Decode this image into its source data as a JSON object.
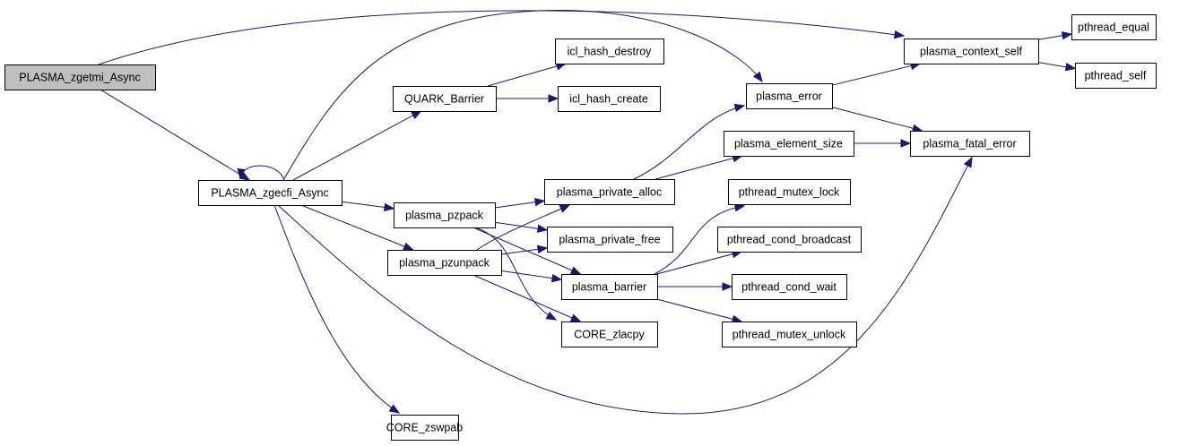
{
  "graph": {
    "type": "call-graph",
    "edge_color": "#191970",
    "root_fill": "#bfbfbf",
    "nodes": [
      {
        "id": "zgetmi",
        "label": "PLASMA_zgetmi_Async",
        "root": true
      },
      {
        "id": "zgecfi",
        "label": "PLASMA_zgecfi_Async"
      },
      {
        "id": "quark_barrier",
        "label": "QUARK_Barrier"
      },
      {
        "id": "icl_hash_destroy",
        "label": "icl_hash_destroy"
      },
      {
        "id": "icl_hash_create",
        "label": "icl_hash_create"
      },
      {
        "id": "plasma_error",
        "label": "plasma_error"
      },
      {
        "id": "plasma_context_self",
        "label": "plasma_context_self"
      },
      {
        "id": "pthread_equal",
        "label": "pthread_equal"
      },
      {
        "id": "pthread_self",
        "label": "pthread_self"
      },
      {
        "id": "plasma_element_size",
        "label": "plasma_element_size"
      },
      {
        "id": "plasma_fatal_error",
        "label": "plasma_fatal_error"
      },
      {
        "id": "plasma_pzpack",
        "label": "plasma_pzpack"
      },
      {
        "id": "plasma_pzunpack",
        "label": "plasma_pzunpack"
      },
      {
        "id": "plasma_private_alloc",
        "label": "plasma_private_alloc"
      },
      {
        "id": "plasma_private_free",
        "label": "plasma_private_free"
      },
      {
        "id": "plasma_barrier",
        "label": "plasma_barrier"
      },
      {
        "id": "core_zlacpy",
        "label": "CORE_zlacpy"
      },
      {
        "id": "pthread_mutex_lock",
        "label": "pthread_mutex_lock"
      },
      {
        "id": "pthread_cond_broadcast",
        "label": "pthread_cond_broadcast"
      },
      {
        "id": "pthread_cond_wait",
        "label": "pthread_cond_wait"
      },
      {
        "id": "pthread_mutex_unlock",
        "label": "pthread_mutex_unlock"
      },
      {
        "id": "core_zswpab",
        "label": "CORE_zswpab"
      }
    ],
    "edges": [
      {
        "from": "zgetmi",
        "to": "zgecfi"
      },
      {
        "from": "zgetmi",
        "to": "plasma_context_self"
      },
      {
        "from": "zgecfi",
        "to": "zgecfi"
      },
      {
        "from": "zgecfi",
        "to": "plasma_error"
      },
      {
        "from": "zgecfi",
        "to": "quark_barrier"
      },
      {
        "from": "zgecfi",
        "to": "plasma_pzpack"
      },
      {
        "from": "zgecfi",
        "to": "plasma_pzunpack"
      },
      {
        "from": "zgecfi",
        "to": "plasma_fatal_error"
      },
      {
        "from": "zgecfi",
        "to": "core_zswpab"
      },
      {
        "from": "quark_barrier",
        "to": "icl_hash_destroy"
      },
      {
        "from": "quark_barrier",
        "to": "icl_hash_create"
      },
      {
        "from": "plasma_error",
        "to": "plasma_context_self"
      },
      {
        "from": "plasma_error",
        "to": "plasma_fatal_error"
      },
      {
        "from": "plasma_context_self",
        "to": "pthread_equal"
      },
      {
        "from": "plasma_context_self",
        "to": "pthread_self"
      },
      {
        "from": "plasma_element_size",
        "to": "plasma_fatal_error"
      },
      {
        "from": "plasma_pzpack",
        "to": "plasma_private_alloc"
      },
      {
        "from": "plasma_pzpack",
        "to": "plasma_private_free"
      },
      {
        "from": "plasma_pzpack",
        "to": "plasma_barrier"
      },
      {
        "from": "plasma_pzpack",
        "to": "core_zlacpy"
      },
      {
        "from": "plasma_pzunpack",
        "to": "plasma_private_alloc"
      },
      {
        "from": "plasma_pzunpack",
        "to": "plasma_private_free"
      },
      {
        "from": "plasma_pzunpack",
        "to": "plasma_barrier"
      },
      {
        "from": "plasma_pzunpack",
        "to": "core_zlacpy"
      },
      {
        "from": "plasma_private_alloc",
        "to": "plasma_error"
      },
      {
        "from": "plasma_private_alloc",
        "to": "plasma_element_size"
      },
      {
        "from": "plasma_barrier",
        "to": "pthread_mutex_lock"
      },
      {
        "from": "plasma_barrier",
        "to": "pthread_cond_broadcast"
      },
      {
        "from": "plasma_barrier",
        "to": "pthread_cond_wait"
      },
      {
        "from": "plasma_barrier",
        "to": "pthread_mutex_unlock"
      }
    ]
  }
}
